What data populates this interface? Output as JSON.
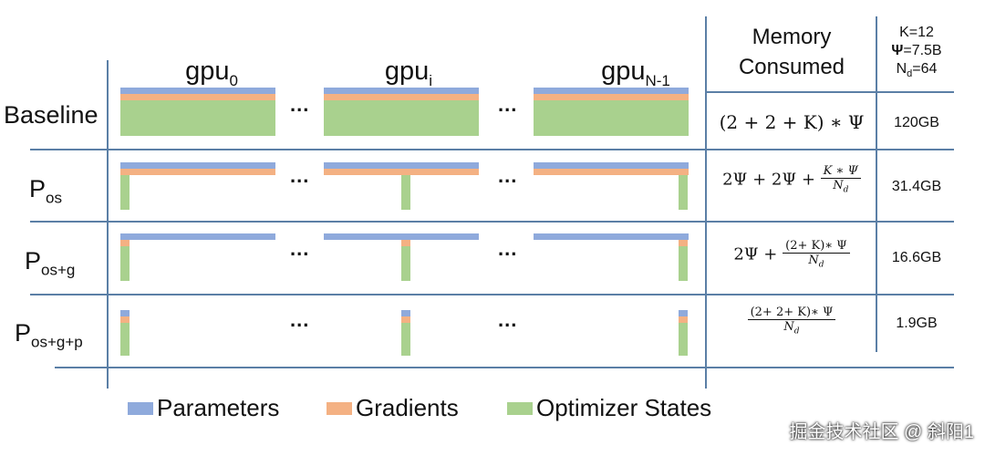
{
  "columns": {
    "gpu_first": {
      "base": "gpu",
      "sub": "0"
    },
    "gpu_mid": {
      "base": "gpu",
      "sub": "i"
    },
    "gpu_last": {
      "base": "gpu",
      "sub": "N-1"
    },
    "ellipsis": "..."
  },
  "header": {
    "memory_line1": "Memory",
    "memory_line2": "Consumed",
    "const_k": "K=12",
    "const_psi_symbol": "Ψ",
    "const_psi_value": "=7.5B",
    "const_nd_base": "N",
    "const_nd_sub": "d",
    "const_nd_value": "=64"
  },
  "rows": [
    {
      "label_base": "Baseline",
      "label_sub": "",
      "formula": "(2 + 2 + K) ∗ Ψ",
      "memory": "120GB"
    },
    {
      "label_base": "P",
      "label_sub": "os",
      "formula_lead": "2Ψ + 2Ψ +",
      "formula_num": "K ∗ Ψ",
      "formula_den": "N",
      "formula_den_sub": "d",
      "memory": "31.4GB"
    },
    {
      "label_base": "P",
      "label_sub": "os+g",
      "formula_lead": "2Ψ +",
      "formula_num": "(2+ K)∗ Ψ",
      "formula_den": "N",
      "formula_den_sub": "d",
      "memory": "16.6GB"
    },
    {
      "label_base": "P",
      "label_sub": "os+g+p",
      "formula_lead": "",
      "formula_num": "(2+ 2+ K)∗ Ψ",
      "formula_den": "N",
      "formula_den_sub": "d",
      "memory": "1.9GB"
    }
  ],
  "legend": [
    {
      "label": "Parameters",
      "color": "#8faadc"
    },
    {
      "label": "Gradients",
      "color": "#f4b183"
    },
    {
      "label": "Optimizer States",
      "color": "#a9d18e"
    }
  ],
  "watermark": "掘金技术社区 @ 斜阳1"
}
